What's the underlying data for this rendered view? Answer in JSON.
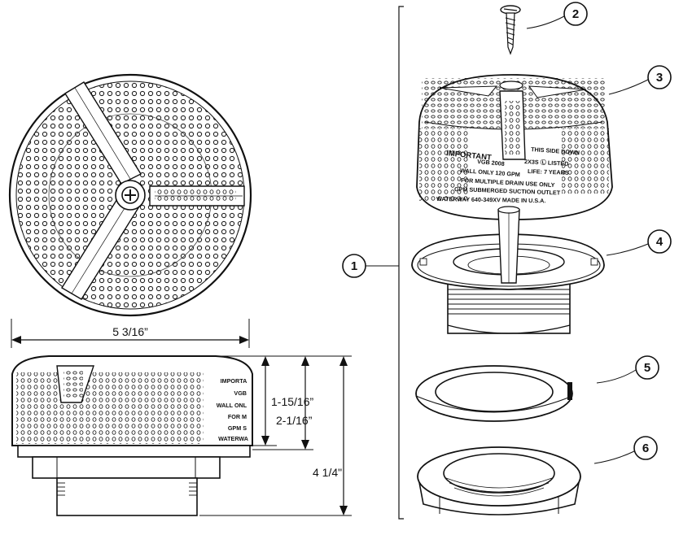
{
  "dimensions": {
    "width": "5 3/16”",
    "height_a": "1-15/16”",
    "height_b": "2-1/16”",
    "height_total": "4 1/4\""
  },
  "callouts": [
    "1",
    "2",
    "3",
    "4",
    "5",
    "6"
  ],
  "cover_label": {
    "lines": [
      "IMPORTANT",
      "THIS SIDE DOWN",
      "VGB 2008",
      "2X3S Ⓛ LISTED",
      "WALL ONLY 120 GPM",
      "LIFE: 7 YEARS",
      "FOR MULTIPLE DRAIN USE ONLY",
      "GPM SUBMERGED SUCTION OUTLET",
      "WATERWAY 640-349XV MADE IN U.S.A."
    ]
  },
  "side_label": {
    "lines": [
      "IMPORTA",
      "VGB",
      "WALL ONL",
      "FOR M",
      "GPM S",
      "WATERWA"
    ]
  }
}
